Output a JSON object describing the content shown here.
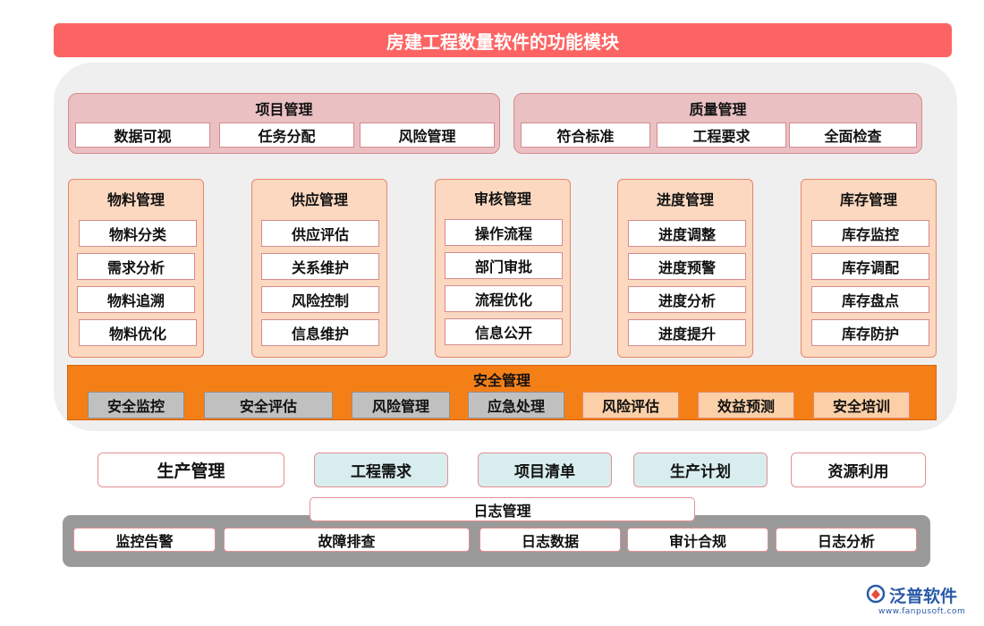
{
  "title": "房建工程数量软件的功能模块",
  "project": {
    "label": "项目管理",
    "items": [
      "数据可视",
      "任务分配",
      "风险管理"
    ]
  },
  "quality": {
    "label": "质量管理",
    "items": [
      "符合标准",
      "工程要求",
      "全面检查"
    ]
  },
  "columns": [
    {
      "label": "物料管理",
      "items": [
        "物料分类",
        "需求分析",
        "物料追溯",
        "物料优化"
      ]
    },
    {
      "label": "供应管理",
      "items": [
        "供应评估",
        "关系维护",
        "风险控制",
        "信息维护"
      ]
    },
    {
      "label": "审核管理",
      "items": [
        "操作流程",
        "部门审批",
        "流程优化",
        "信息公开"
      ]
    },
    {
      "label": "进度管理",
      "items": [
        "进度调整",
        "进度预警",
        "进度分析",
        "进度提升"
      ]
    },
    {
      "label": "库存管理",
      "items": [
        "库存监控",
        "库存调配",
        "库存盘点",
        "库存防护"
      ]
    }
  ],
  "safety": {
    "label": "安全管理",
    "items": [
      "安全监控",
      "安全评估",
      "风险管理",
      "应急处理",
      "风险评估",
      "效益预测",
      "安全培训"
    ]
  },
  "row2": [
    "生产管理",
    "工程需求",
    "项目清单",
    "生产计划",
    "资源利用"
  ],
  "log": {
    "label": "日志管理",
    "items": [
      "监控告警",
      "故障排查",
      "日志数据",
      "审计合规",
      "日志分析"
    ]
  },
  "logo": {
    "name": "泛普软件",
    "url": "www.fanpusoft.com"
  },
  "colors": {
    "title_bg": "#fc6463",
    "pink": "#eac0c3",
    "peach": "#fbd8bf",
    "orange": "#f57f17",
    "teal": "#d8edee",
    "grey": "#9a9a9a"
  }
}
